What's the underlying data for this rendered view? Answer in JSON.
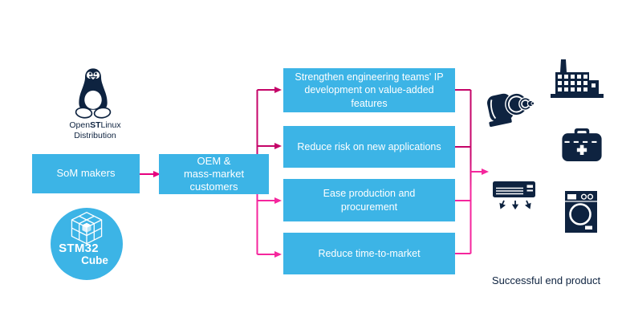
{
  "colors": {
    "box_blue": "#3cb4e6",
    "dark_navy": "#0e2340",
    "arrow_pink": "#e6007e",
    "arrow_pink_dark": "#c40468",
    "arrow_pink_bright": "#f5269d"
  },
  "left_column": {
    "openstlinux": {
      "pre": "Open",
      "bold": "ST",
      "post": "Linux",
      "line2": "Distribution"
    },
    "som_box_label": "SoM makers",
    "stm32cube": {
      "line1": "STM32",
      "line2": "Cube"
    }
  },
  "oem_box": {
    "lines": [
      "OEM &",
      "mass-market",
      "customers"
    ]
  },
  "benefits": [
    {
      "label": "Strengthen engineering teams' IP development on value-added features"
    },
    {
      "label": "Reduce risk on new applications"
    },
    {
      "label": "Ease production and procurement"
    },
    {
      "label": "Reduce time-to-market"
    }
  ],
  "outcome": {
    "label": "Successful end product",
    "icons": [
      "motor-icon",
      "factory-icon",
      "first-aid-kit-icon",
      "air-conditioner-icon",
      "washing-machine-icon"
    ]
  }
}
